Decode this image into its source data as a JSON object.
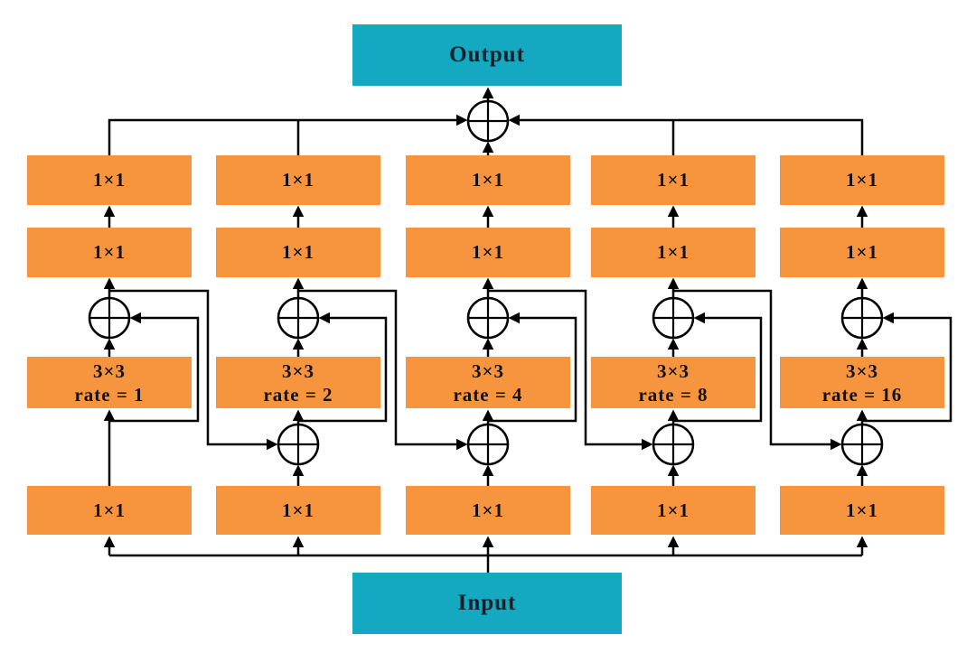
{
  "diagram": {
    "title_boxes": {
      "output": "Output",
      "input": "Input"
    },
    "colors": {
      "conv_box": "#F7953E",
      "io_box": "#14A8C1",
      "line": "#000000"
    },
    "sum_operator": "⊕",
    "columns": [
      {
        "top_conv": "1×1",
        "mid_conv": "1×1",
        "dilated_conv": "3×3",
        "dilation_rate": "rate = 1",
        "bottom_conv": "1×1"
      },
      {
        "top_conv": "1×1",
        "mid_conv": "1×1",
        "dilated_conv": "3×3",
        "dilation_rate": "rate = 2",
        "bottom_conv": "1×1"
      },
      {
        "top_conv": "1×1",
        "mid_conv": "1×1",
        "dilated_conv": "3×3",
        "dilation_rate": "rate = 4",
        "bottom_conv": "1×1"
      },
      {
        "top_conv": "1×1",
        "mid_conv": "1×1",
        "dilated_conv": "3×3",
        "dilation_rate": "rate = 8",
        "bottom_conv": "1×1"
      },
      {
        "top_conv": "1×1",
        "mid_conv": "1×1",
        "dilated_conv": "3×3",
        "dilation_rate": "rate = 16",
        "bottom_conv": "1×1"
      }
    ]
  }
}
